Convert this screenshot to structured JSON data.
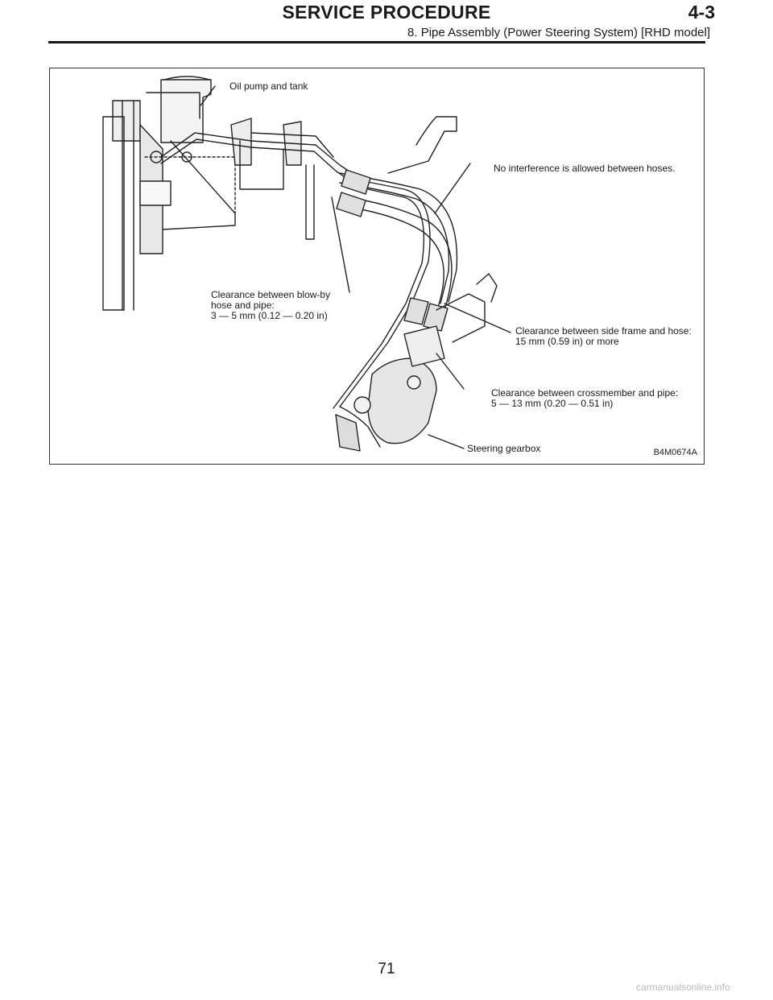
{
  "header": {
    "title": "SERVICE PROCEDURE",
    "section": "4-3",
    "subtitle": "8. Pipe Assembly (Power Steering System) [RHD model]"
  },
  "figure": {
    "id": "B4M0674A",
    "labels": {
      "oil_pump": "Oil pump and tank",
      "no_interference": "No interference is allowed between hoses.",
      "blowby_1": "Clearance between blow-by",
      "blowby_2": "hose and pipe:",
      "blowby_3": "3 — 5 mm (0.12 — 0.20 in)",
      "side_frame_1": "Clearance between side frame and hose:",
      "side_frame_2": "15 mm (0.59 in) or more",
      "crossmember_1": "Clearance between crossmember and pipe:",
      "crossmember_2": "5 — 13 mm (0.20 — 0.51 in)",
      "gearbox": "Steering gearbox"
    }
  },
  "footer": {
    "page_number": "71",
    "watermark": "carmanualsonline.info"
  }
}
